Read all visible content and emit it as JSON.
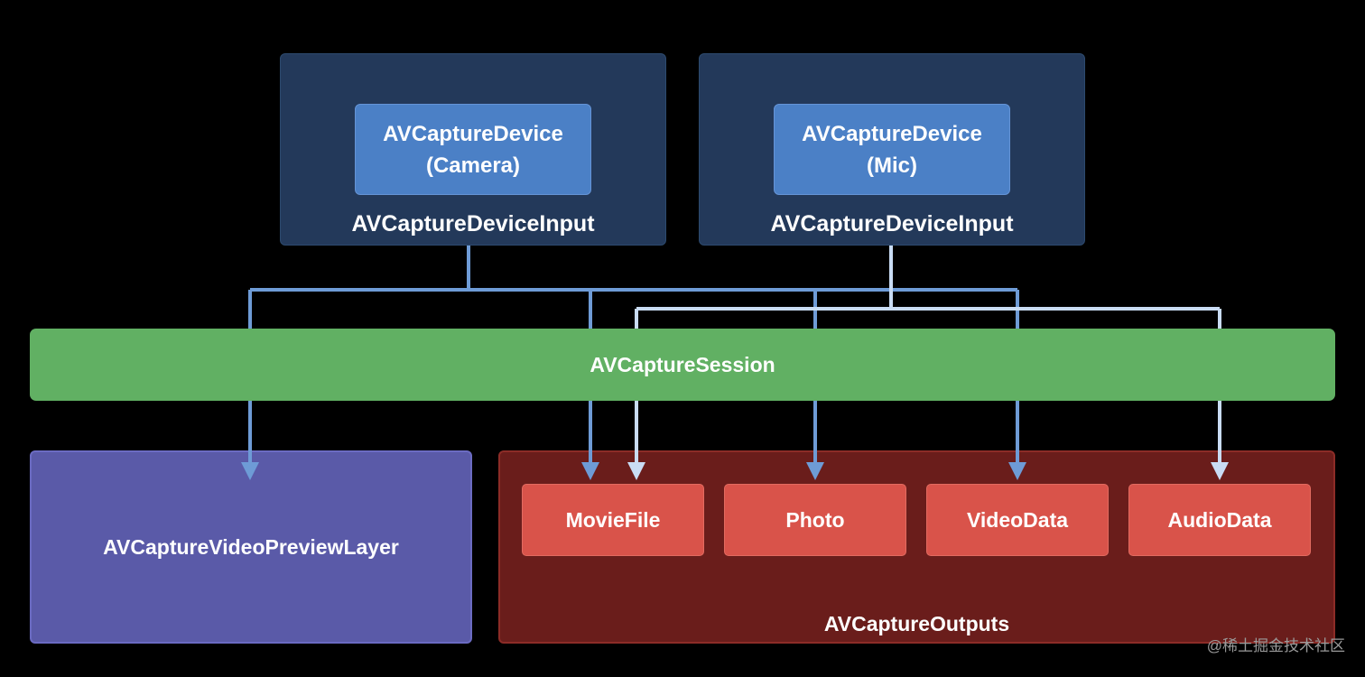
{
  "inputs": [
    {
      "device_line1": "AVCaptureDevice",
      "device_line2": "(Camera)",
      "label": "AVCaptureDeviceInput"
    },
    {
      "device_line1": "AVCaptureDevice",
      "device_line2": "(Mic)",
      "label": "AVCaptureDeviceInput"
    }
  ],
  "session": {
    "label": "AVCaptureSession"
  },
  "preview": {
    "label": "AVCaptureVideoPreviewLayer"
  },
  "outputs": {
    "label": "AVCaptureOutputs",
    "items": [
      "MovieFile",
      "Photo",
      "VideoData",
      "AudioData"
    ]
  },
  "watermark": "@稀土掘金技术社区",
  "colors": {
    "background": "#000000",
    "input_container": "#23395a",
    "device": "#4b80c6",
    "session": "#61b063",
    "preview": "#5a5aa8",
    "outputs_container": "#6a1d1b",
    "output_item": "#d9534a",
    "camera_wire": "#6e9bd6",
    "mic_wire": "#c9dcf4"
  }
}
